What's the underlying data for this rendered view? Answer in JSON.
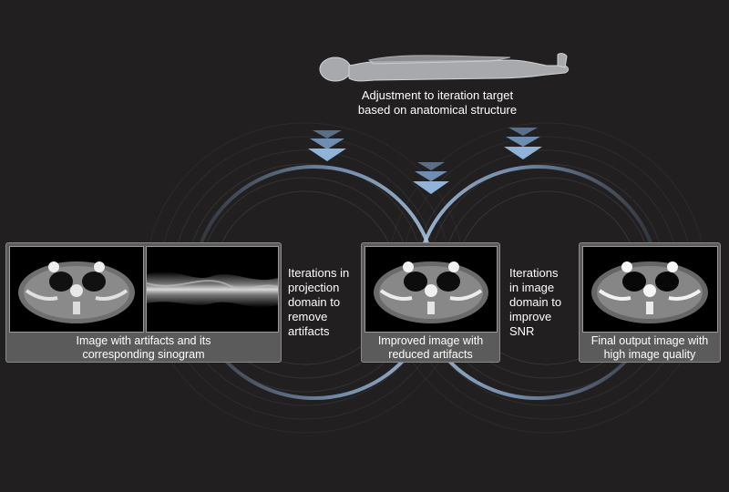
{
  "top_caption": {
    "line1": "Adjustment to iteration target",
    "line2": "based on anatomical structure"
  },
  "panels": [
    {
      "caption_line1": "Image with artifacts and its",
      "caption_line2": "corresponding sinogram"
    },
    {
      "caption_line1": "Improved image with",
      "caption_line2": "reduced artifacts"
    },
    {
      "caption_line1": "Final output image with",
      "caption_line2": "high image quality"
    }
  ],
  "steps": [
    {
      "lines": [
        "Iterations in",
        "projection",
        "domain to",
        "remove",
        "artifacts"
      ]
    },
    {
      "lines": [
        "Iterations",
        "in image",
        "domain to",
        "improve",
        "SNR"
      ]
    }
  ],
  "colors": {
    "background": "#221f20",
    "panel": "#5b5b5b",
    "loop": "#7f9fc1",
    "arrow": "#8fb3d9"
  }
}
